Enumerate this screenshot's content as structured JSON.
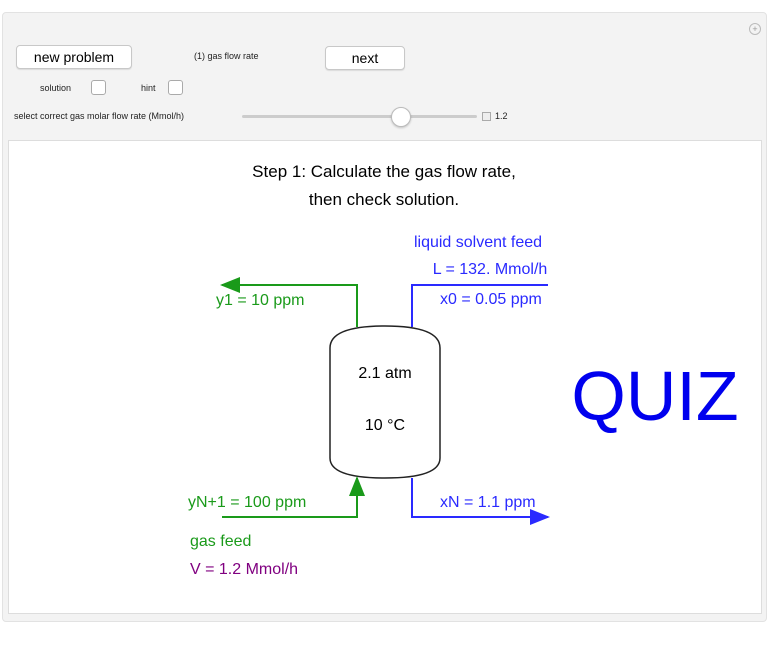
{
  "controls": {
    "new_problem": "new problem",
    "step_label": "(1) gas flow rate",
    "next": "next",
    "solution_label": "solution",
    "hint_label": "hint",
    "slider_label": "select correct gas molar flow rate (Mmol/h)",
    "slider_value": "1.2",
    "slider_fraction": 0.67
  },
  "diagram": {
    "title_line1": "Step 1: Calculate the gas flow rate,",
    "title_line2": "then check solution.",
    "liquid_label": "liquid solvent feed",
    "liquid_rate": "L = 132. Mmol/h",
    "x0": "x0 = 0.05 ppm",
    "y1": "y1 = 10 ppm",
    "pressure": "2.1 atm",
    "temperature": "10 °C",
    "yN1": "yN+1 = 100 ppm",
    "xN": "xN = 1.1 ppm",
    "gas_feed": "gas feed",
    "gas_rate": "V = 1.2 Mmol/h",
    "watermark": "QUIZ"
  },
  "colors": {
    "green": "#1a9a1a",
    "blue": "#2a2aff",
    "purple": "#800080",
    "watermark": "#0000ee"
  }
}
